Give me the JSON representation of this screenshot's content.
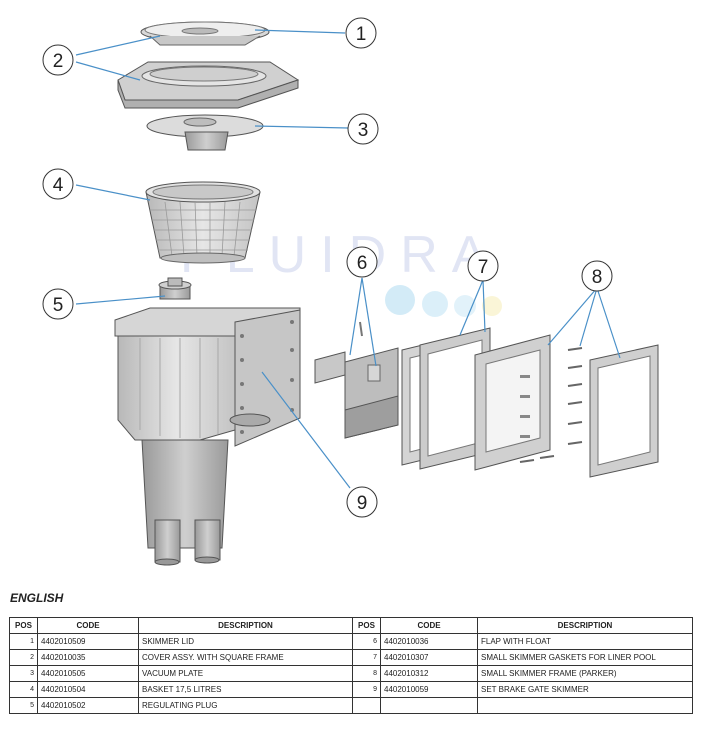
{
  "watermark": "FLUIDRA",
  "callouts": [
    "1",
    "2",
    "3",
    "4",
    "5",
    "6",
    "7",
    "8",
    "9"
  ],
  "section_title": "ENGLISH",
  "table": {
    "headers": [
      "POS",
      "CODE",
      "DESCRIPTION",
      "POS",
      "CODE",
      "DESCRIPTION"
    ],
    "rows": [
      {
        "pos_left": "1",
        "code_left": "4402010509",
        "desc_left": "SKIMMER LID",
        "pos_right": "6",
        "code_right": "4402010036",
        "desc_right": "FLAP WITH FLOAT"
      },
      {
        "pos_left": "2",
        "code_left": "4402010035",
        "desc_left": "COVER ASSY.  WITH SQUARE FRAME",
        "pos_right": "7",
        "code_right": "4402010307",
        "desc_right": "SMALL SKIMMER GASKETS FOR LINER POOL"
      },
      {
        "pos_left": "3",
        "code_left": "4402010505",
        "desc_left": "VACUUM PLATE",
        "pos_right": "8",
        "code_right": "4402010312",
        "desc_right": "SMALL SKIMMER FRAME (PARKER)"
      },
      {
        "pos_left": "4",
        "code_left": "4402010504",
        "desc_left": "BASKET 17,5 LITRES",
        "pos_right": "9",
        "code_right": "4402010059",
        "desc_right": "SET BRAKE GATE SKIMMER"
      },
      {
        "pos_left": "5",
        "code_left": "4402010502",
        "desc_left": "REGULATING PLUG",
        "pos_right": "",
        "code_right": "",
        "desc_right": ""
      }
    ]
  }
}
